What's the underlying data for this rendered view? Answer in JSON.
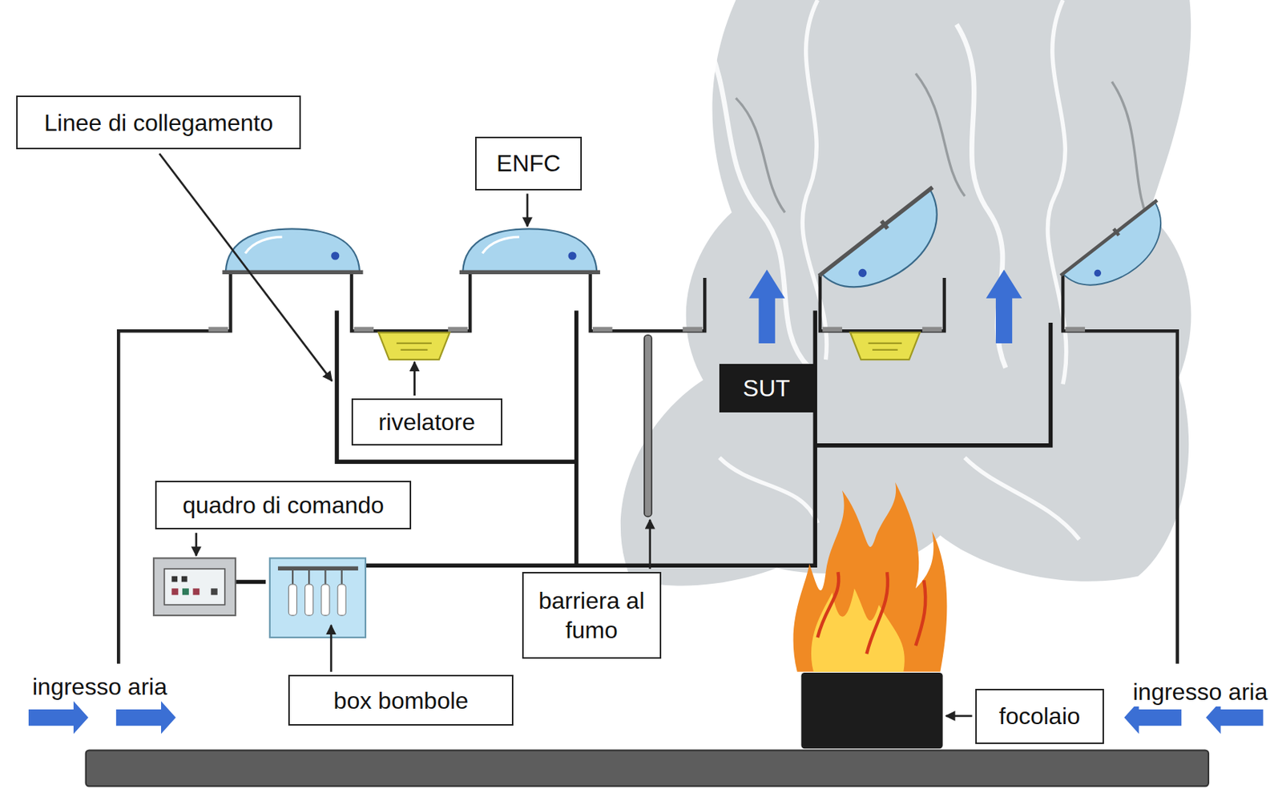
{
  "diagram": {
    "nodes": [
      {
        "text": [
          "Linee di collegamento"
        ]
      },
      {
        "text": [
          "ENFC"
        ]
      },
      {
        "text": [
          "SUT"
        ]
      },
      {
        "text": [
          "rivelatore"
        ]
      },
      {
        "text": [
          "quadro di comando"
        ]
      },
      {
        "text": [
          "barriera al fumo"
        ]
      },
      {
        "text": [
          "box bombole"
        ]
      },
      {
        "text": [
          "focolaio"
        ]
      }
    ],
    "labels": [
      "ingresso aria",
      "ingresso aria"
    ]
  }
}
